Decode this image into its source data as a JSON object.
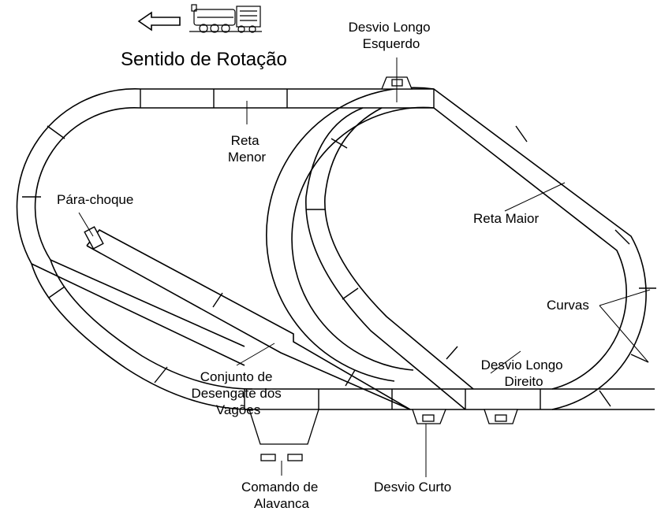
{
  "header": {
    "direction_arrow_icon": "left-arrow-icon",
    "locomotive_icon": "steam-locomotive-icon",
    "title": "Sentido de Rotação"
  },
  "labels": {
    "desvio_longo_esquerdo": [
      "Desvio Longo",
      "Esquerdo"
    ],
    "reta_menor": [
      "Reta",
      "Menor"
    ],
    "para_choque": [
      "Pára-choque"
    ],
    "reta_maior": [
      "Reta Maior"
    ],
    "curvas": [
      "Curvas"
    ],
    "conjunto_desengate": [
      "Conjunto de",
      "Desengate dos",
      "Vagões"
    ],
    "desvio_longo_direito": [
      "Desvio Longo",
      "Direito"
    ],
    "comando_alavanca": [
      "Comando de",
      "Alavanca"
    ],
    "desvio_curto": [
      "Desvio Curto"
    ]
  }
}
